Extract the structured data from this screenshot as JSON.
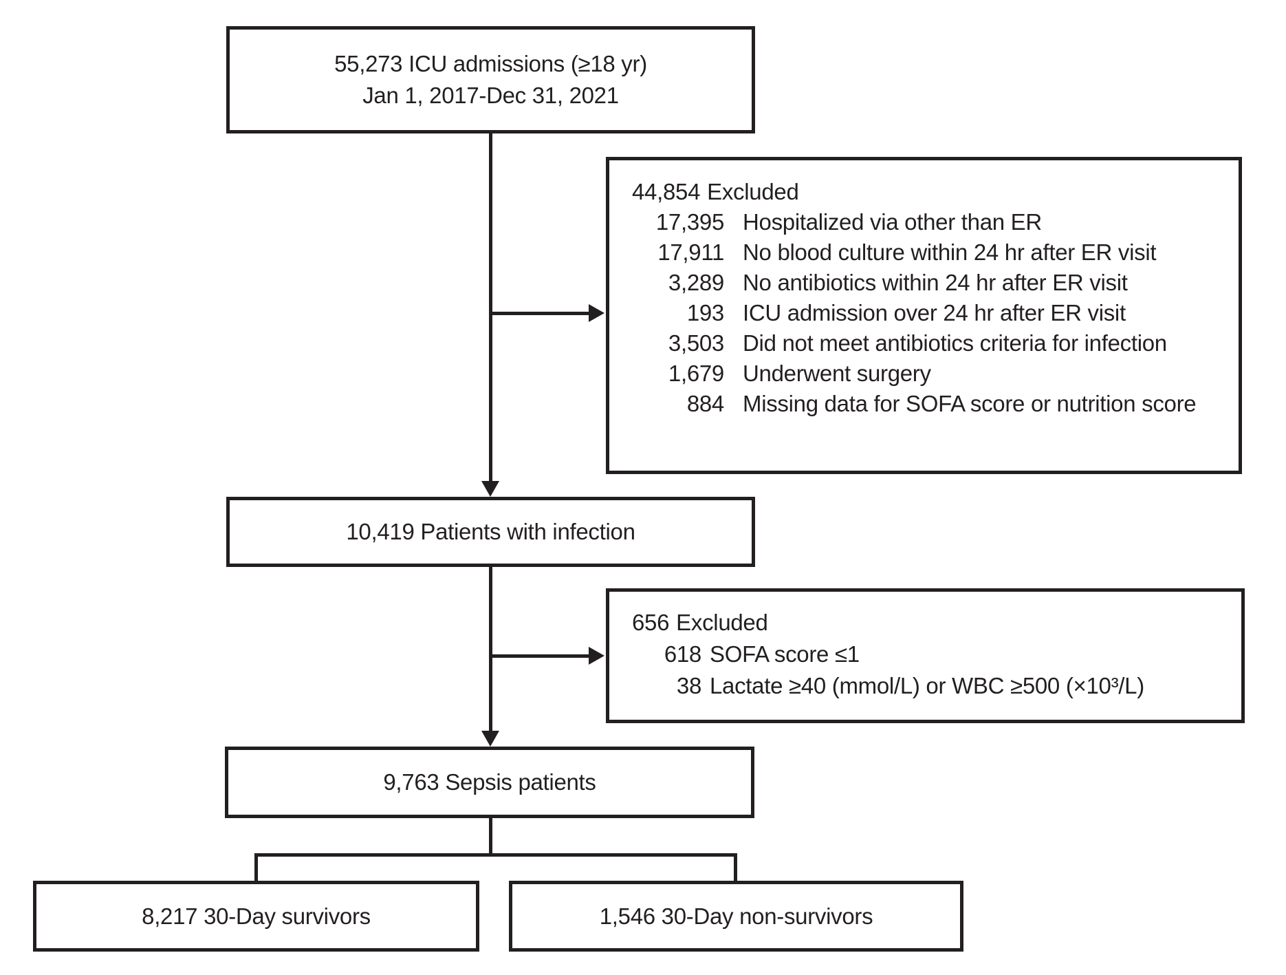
{
  "colors": {
    "line": "#231f20",
    "background": "#ffffff"
  },
  "flowchart": {
    "top_box": {
      "line1": "55,273 ICU admissions (≥18 yr)",
      "line2": "Jan 1, 2017-Dec 31, 2021"
    },
    "exclusion_box_1": {
      "header_count": "44,854",
      "header_label": "Excluded",
      "items": [
        {
          "count": "17,395",
          "reason": "Hospitalized via other than ER"
        },
        {
          "count": "17,911",
          "reason": "No blood culture within 24 hr after ER visit"
        },
        {
          "count": "3,289",
          "reason": "No antibiotics within 24 hr after ER visit"
        },
        {
          "count": "193",
          "reason": "ICU admission over 24 hr after ER visit"
        },
        {
          "count": "3,503",
          "reason": "Did not meet antibiotics criteria for infection"
        },
        {
          "count": "1,679",
          "reason": "Underwent surgery"
        },
        {
          "count": "884",
          "reason": "Missing data for SOFA score or nutrition score"
        }
      ]
    },
    "infection_box": {
      "label": "10,419 Patients with infection"
    },
    "exclusion_box_2": {
      "header_count": "656",
      "header_label": "Excluded",
      "items": [
        {
          "count": "618",
          "reason": "SOFA score ≤1"
        },
        {
          "count": "38",
          "reason": "Lactate ≥40 (mmol/L) or WBC ≥500 (×10³/L)"
        }
      ]
    },
    "sepsis_box": {
      "label": "9,763 Sepsis patients"
    },
    "survivors_box": {
      "label": "8,217 30-Day survivors"
    },
    "non_survivors_box": {
      "label": "1,546 30-Day non-survivors"
    }
  }
}
